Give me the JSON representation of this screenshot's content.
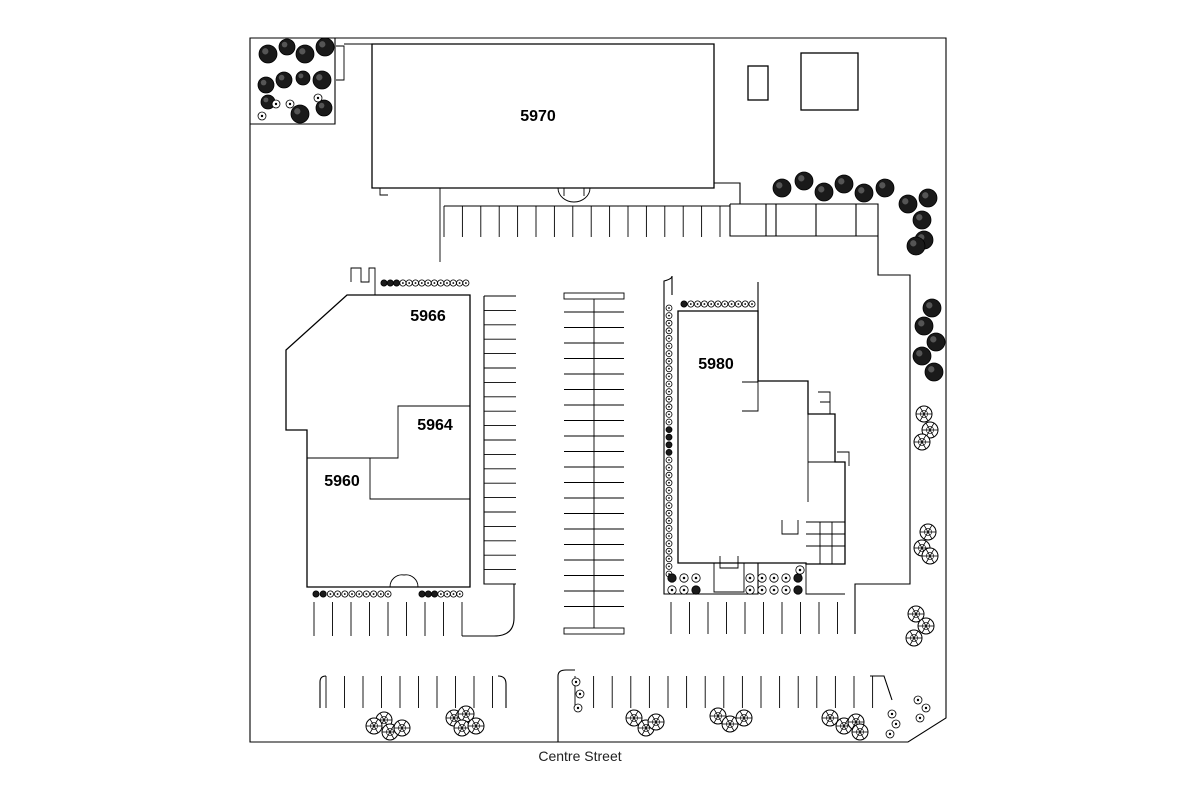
{
  "buildings": {
    "b5970": "5970",
    "b5966": "5966",
    "b5964": "5964",
    "b5960": "5960",
    "b5980": "5980"
  },
  "street": "Centre Street",
  "colors": {
    "line": "#000000",
    "tree_dark": "#1a1a1a",
    "background": "#ffffff"
  }
}
